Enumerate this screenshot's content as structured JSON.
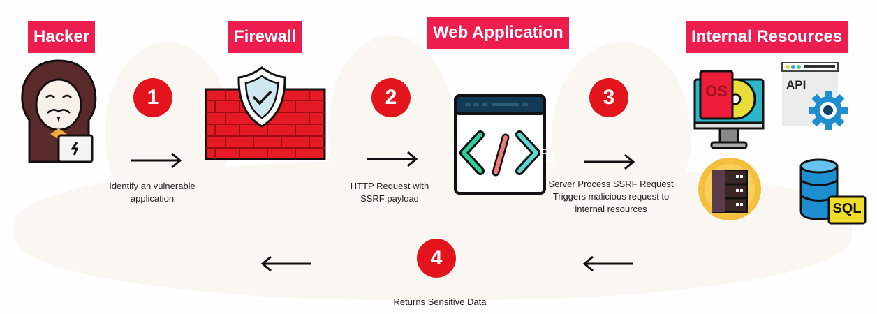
{
  "stages": {
    "hacker": "Hacker",
    "firewall": "Firewall",
    "web_app": "Web Application",
    "internal": "Internal Resources"
  },
  "steps": [
    {
      "number": "1",
      "caption_lines": [
        "Identify an vulnerable",
        "application"
      ]
    },
    {
      "number": "2",
      "caption_lines": [
        "HTTP Request with",
        "SSRF payload"
      ]
    },
    {
      "number": "3",
      "caption_lines": [
        "Server Process SSRF Request",
        "Triggers malicious request to",
        "internal resources"
      ]
    },
    {
      "number": "4",
      "caption_lines": [
        "Returns Sensitive Data"
      ]
    }
  ],
  "resources": {
    "os_label": "OS",
    "api_label": "API",
    "sql_label": "SQL"
  },
  "colors": {
    "accent": "#ee1d4f",
    "step": "#e4141c"
  }
}
